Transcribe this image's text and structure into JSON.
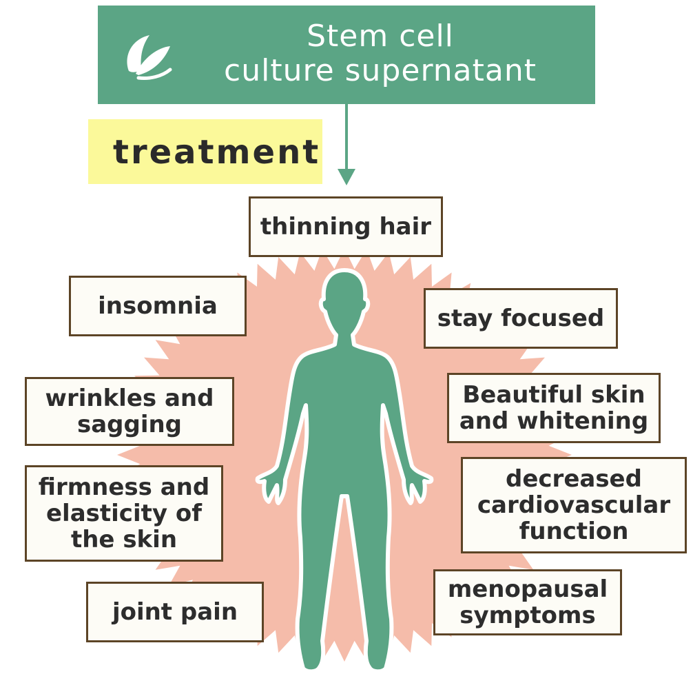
{
  "header": {
    "title_line1": "Stem cell",
    "title_line2": "culture supernatant",
    "logo_icon": "leaf-logo-icon"
  },
  "tag": {
    "label": "treatment"
  },
  "effects": {
    "thinning_hair": "thinning hair",
    "insomnia": "insomnia",
    "stay_focused": "stay focused",
    "wrinkles": {
      "line1": "wrinkles and",
      "line2": "sagging"
    },
    "beautiful_skin": {
      "line1": "Beautiful skin",
      "line2": "and whitening"
    },
    "firmness": {
      "line1": "firmness and",
      "line2": "elasticity of",
      "line3": "the skin"
    },
    "cardio": {
      "line1": "decreased",
      "line2": "cardiovascular",
      "line3": "function"
    },
    "joint_pain": "joint pain",
    "menopausal": {
      "line1": "menopausal",
      "line2": "symptoms"
    }
  },
  "colors": {
    "header_green": "#5ba585",
    "tag_yellow": "#fbf99a",
    "burst_pink": "#f5bcaa",
    "box_border": "#5c4426",
    "body_green": "#5ba585"
  }
}
